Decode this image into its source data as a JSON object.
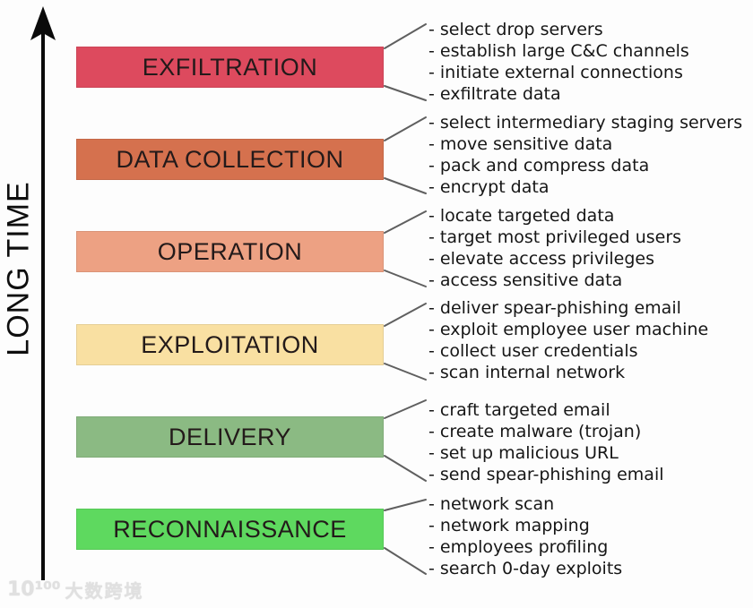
{
  "axis": {
    "label": "LONG TIME"
  },
  "stages": [
    {
      "label": "EXFILTRATION",
      "color": "#dd4a5e",
      "tasks": [
        "- select drop servers",
        "- establish large C&C channels",
        "- initiate external connections",
        "- exfiltrate data"
      ]
    },
    {
      "label": "DATA COLLECTION",
      "color": "#d5714e",
      "tasks": [
        "- select intermediary staging servers",
        "- move sensitive data",
        "- pack and compress data",
        "- encrypt data"
      ]
    },
    {
      "label": "OPERATION",
      "color": "#eda183",
      "tasks": [
        "- locate targeted data",
        "- target most privileged users",
        "- elevate access privileges",
        "- access sensitive data"
      ]
    },
    {
      "label": "EXPLOITATION",
      "color": "#f9e0a2",
      "tasks": [
        "- deliver spear-phishing email",
        "- exploit employee user machine",
        "- collect user credentials",
        "- scan internal network"
      ]
    },
    {
      "label": "DELIVERY",
      "color": "#8bba83",
      "tasks": [
        "- craft targeted email",
        "- create malware (trojan)",
        "- set up malicious URL",
        "- send spear-phishing email"
      ]
    },
    {
      "label": "RECONNAISSANCE",
      "color": "#5ed95f",
      "tasks": [
        "- network scan",
        "- network mapping",
        "- employees profiling",
        "- search 0-day exploits"
      ]
    }
  ],
  "watermark": {
    "logo": "10¹⁰⁰",
    "text": "大数跨境"
  }
}
